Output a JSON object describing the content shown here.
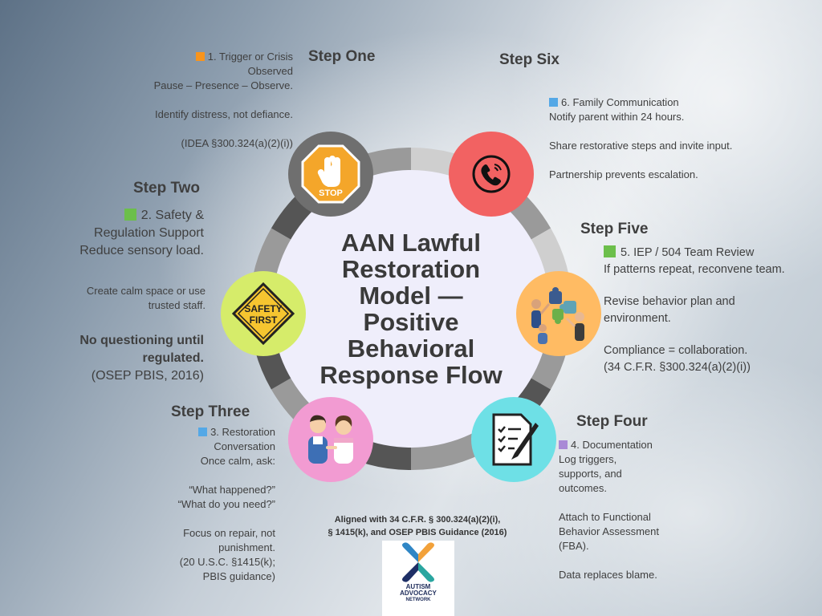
{
  "center_title": [
    "AAN Lawful",
    "Restoration",
    "Model —",
    "Positive",
    "Behavioral",
    "Response Flow"
  ],
  "colors": {
    "ring_light": "#cfcfcf",
    "ring_mid": "#9a9a9a",
    "ring_dark": "#555555",
    "inner_circle": "#efeefb",
    "orange": "#f7941d",
    "green": "#6cbf4b",
    "blue": "#54a8e6",
    "purple": "#a98ad6"
  },
  "steps": [
    {
      "heading": "Step One",
      "title": "1. Trigger or Crisis",
      "title2": "Observed",
      "lines": [
        "Pause – Presence – Observe.",
        "Identify distress, not defiance.",
        "(IDEA §300.324(a)(2)(i))"
      ],
      "icon": "stop-sign-icon",
      "icon_text": "STOP",
      "node_color": "#6f6f6f",
      "square_color": "#f7941d"
    },
    {
      "heading": "Step Two",
      "title": "2. Safety &",
      "title2": "Regulation Support",
      "lines": [
        "Reduce sensory load.",
        "Create calm space or use",
        "trusted staff.",
        "No questioning until",
        "regulated.",
        "(OSEP PBIS, 2016)"
      ],
      "icon": "safety-first-sign-icon",
      "icon_text": [
        "SAFETY",
        "FIRST"
      ],
      "node_color": "#d6ec6a",
      "square_color": "#6cbf4b"
    },
    {
      "heading": "Step Three",
      "title": "3. Restoration",
      "title2": "Conversation",
      "lines": [
        "Once calm, ask:",
        "“What happened?”",
        "“What do you need?”",
        "Focus on repair, not",
        "punishment.",
        "(20 U.S.C. §1415(k);",
        "PBIS guidance)"
      ],
      "icon": "two-people-talking-icon",
      "node_color": "#f29bd2",
      "square_color": "#54a8e6"
    },
    {
      "heading": "Step Four",
      "title": "4. Documentation",
      "lines": [
        "Log triggers,",
        "supports, and",
        "outcomes.",
        "Attach to Functional",
        "Behavior Assessment",
        "(FBA).",
        "Data replaces blame."
      ],
      "icon": "document-pen-icon",
      "node_color": "#6ee0e6",
      "square_color": "#a98ad6"
    },
    {
      "heading": "Step Five",
      "title": "5. IEP / 504 Team Review",
      "lines": [
        "If patterns repeat, reconvene team.",
        "Revise behavior plan and",
        "environment.",
        "Compliance = collaboration.",
        "(34 C.F.R. §300.324(a)(2)(i))"
      ],
      "icon": "team-puzzle-icon",
      "node_color": "#ffbb63",
      "square_color": "#6cbf4b"
    },
    {
      "heading": "Step Six",
      "title": "6. Family Communication",
      "lines": [
        "Notify parent within 24 hours.",
        "Share restorative steps and invite input.",
        "Partnership prevents escalation."
      ],
      "icon": "phone-call-icon",
      "node_color": "#f26262",
      "square_color": "#54a8e6"
    }
  ],
  "footer": {
    "aligned_text": [
      "Aligned with 34 C.F.R. § 300.324(a)(2)(i),",
      "§ 1415(k), and OSEP PBIS Guidance (2016)"
    ],
    "logo_lines": [
      "AUTISM",
      "ADVOCACY",
      "NETWORK"
    ]
  }
}
